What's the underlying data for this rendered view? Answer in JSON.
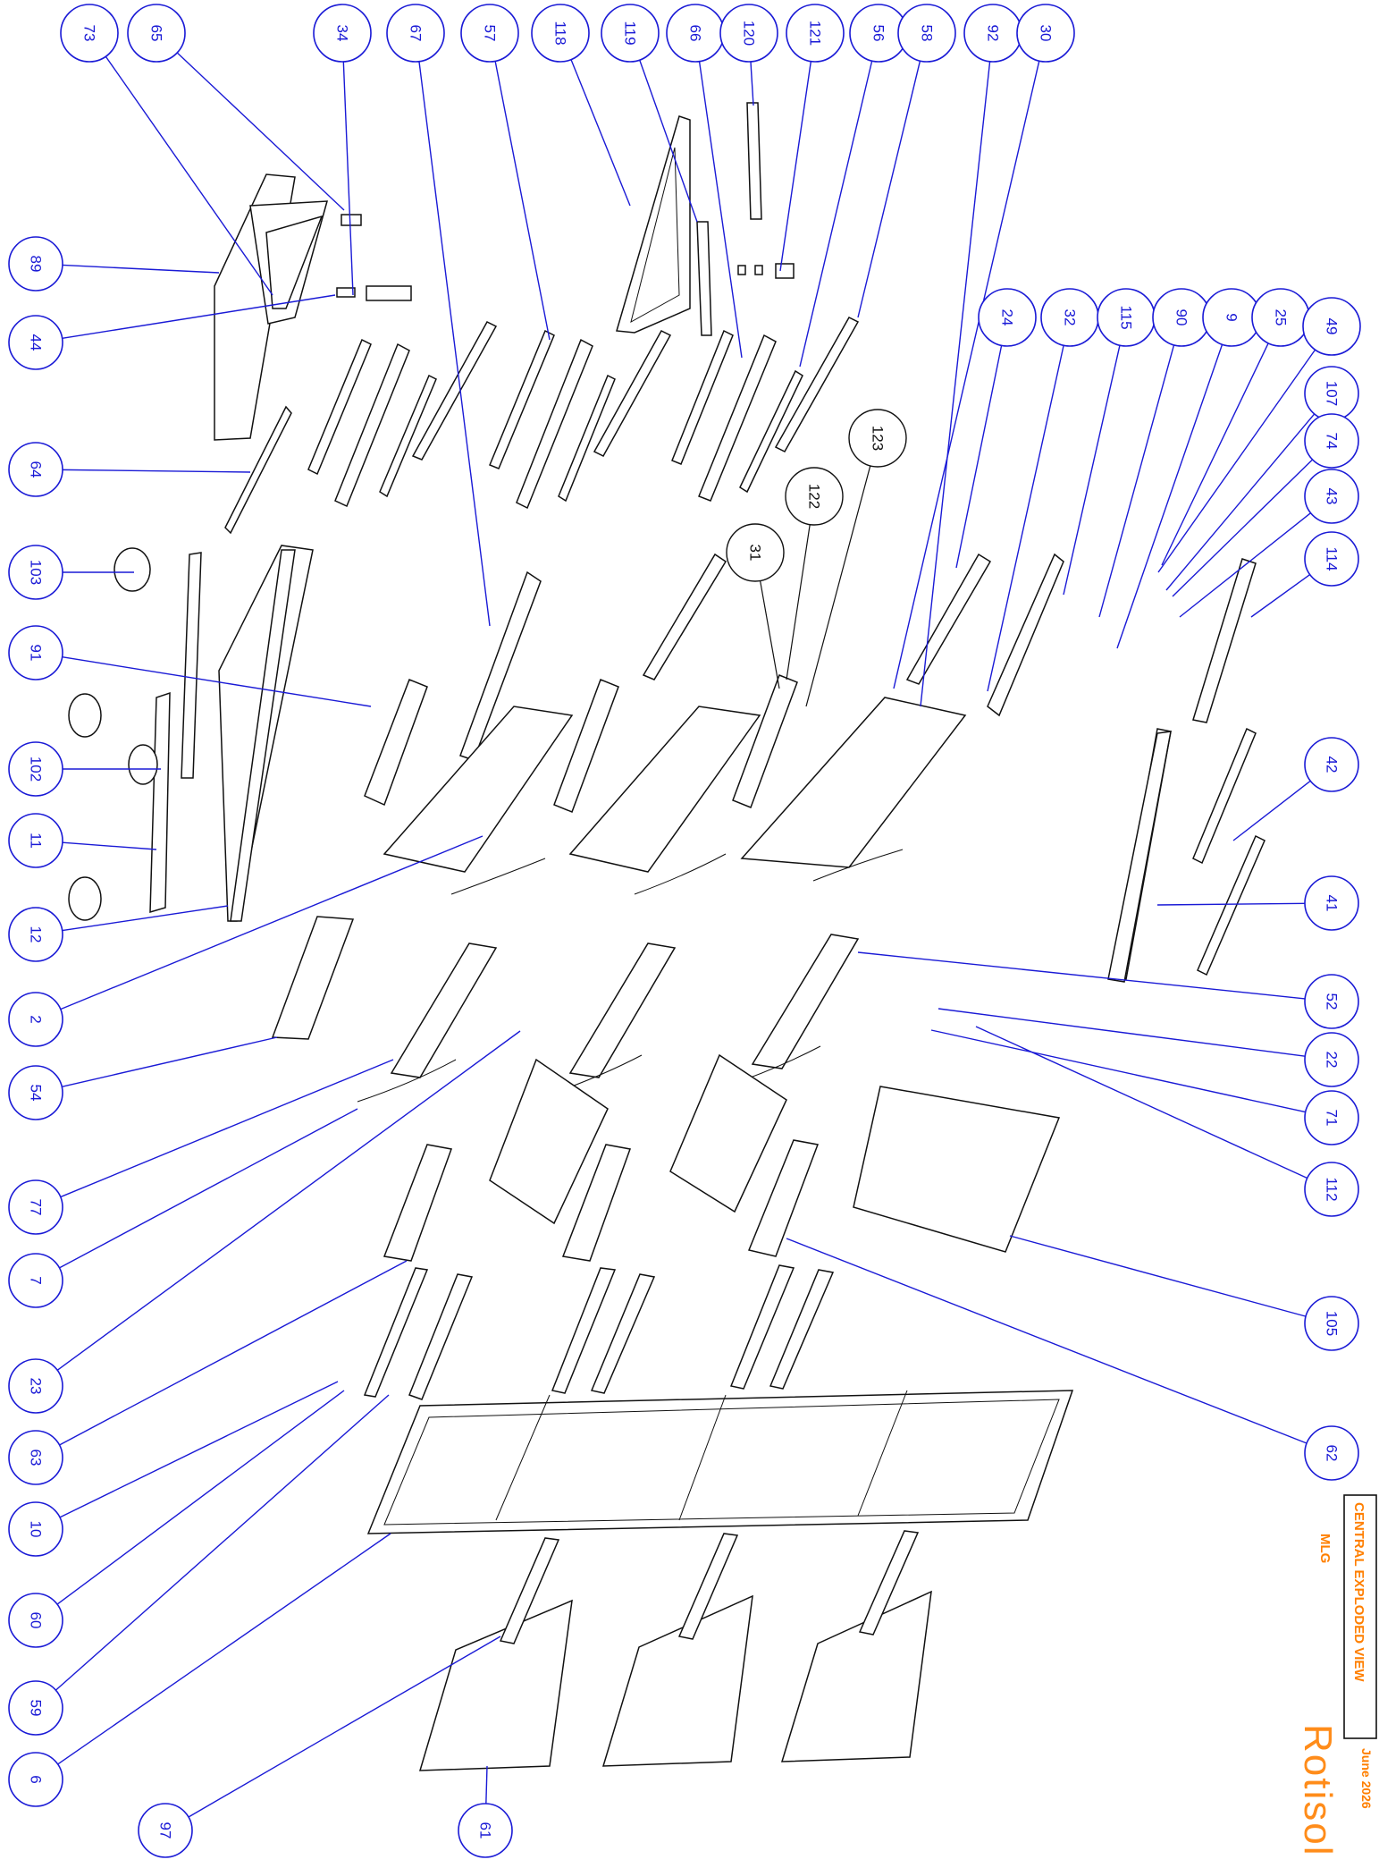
{
  "sheet": {
    "title": "CENTRAL EXPLODED VIEW",
    "subtitle": "MLG",
    "date": "June 2026",
    "logo_text": "Rotisol",
    "colors": {
      "callout": "#1a1ad6",
      "accent": "#ff7f00",
      "line": "#111111"
    }
  },
  "callouts": [
    "73",
    "65",
    "34",
    "67",
    "57",
    "118",
    "119",
    "66",
    "120",
    "121",
    "56",
    "58",
    "92",
    "30",
    "89",
    "44",
    "64",
    "103",
    "91",
    "102",
    "11",
    "12",
    "2",
    "54",
    "77",
    "7",
    "23",
    "63",
    "10",
    "60",
    "59",
    "6",
    "97",
    "61",
    "24",
    "32",
    "115",
    "90",
    "9",
    "25",
    "49",
    "107",
    "74",
    "43",
    "114",
    "42",
    "41",
    "52",
    "22",
    "71",
    "112",
    "105",
    "62"
  ],
  "unlinked_callouts": [
    "123",
    "122",
    "31"
  ]
}
